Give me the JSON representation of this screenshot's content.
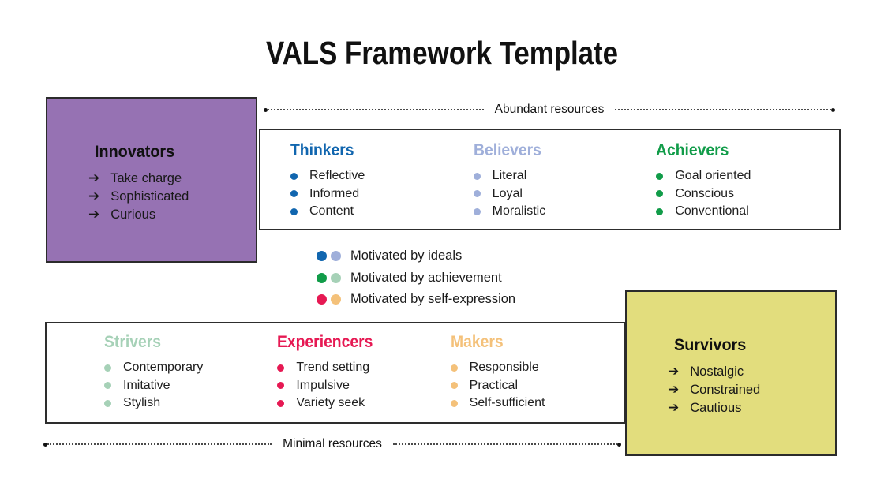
{
  "title": "VALS Framework Template",
  "axis": {
    "top_label": "Abundant resources",
    "bottom_label": "Minimal resources"
  },
  "icons": {
    "arrow_bullet": "➔"
  },
  "innovators": {
    "title": "Innovators",
    "bg_color": "#9672B3",
    "items": [
      "Take charge",
      "Sophisticated",
      "Curious"
    ]
  },
  "survivors": {
    "title": "Survivors",
    "bg_color": "#E2DD7D",
    "items": [
      "Nostalgic",
      "Constrained",
      "Cautious"
    ]
  },
  "top_groups": [
    {
      "name": "Thinkers",
      "color": "#1166AF",
      "items": [
        "Reflective",
        "Informed",
        "Content"
      ]
    },
    {
      "name": "Believers",
      "color": "#9FAFDA",
      "items": [
        "Literal",
        "Loyal",
        "Moralistic"
      ]
    },
    {
      "name": "Achievers",
      "color": "#119C49",
      "items": [
        "Goal oriented",
        "Conscious",
        "Conventional"
      ]
    }
  ],
  "bottom_groups": [
    {
      "name": "Strivers",
      "color": "#A6D1B7",
      "items": [
        "Contemporary",
        "Imitative",
        "Stylish"
      ]
    },
    {
      "name": "Experiencers",
      "color": "#E61953",
      "items": [
        "Trend setting",
        "Impulsive",
        "Variety seek"
      ]
    },
    {
      "name": "Makers",
      "color": "#F4C17A",
      "items": [
        "Responsible",
        "Practical",
        "Self-sufficient"
      ]
    }
  ],
  "legend": [
    {
      "dot1": "#1166AF",
      "dot2": "#9FAFDA",
      "label": "Motivated by ideals"
    },
    {
      "dot1": "#119C49",
      "dot2": "#A6D1B7",
      "label": "Motivated by achievement"
    },
    {
      "dot1": "#E61953",
      "dot2": "#F4C17A",
      "label": "Motivated by self-expression"
    }
  ]
}
